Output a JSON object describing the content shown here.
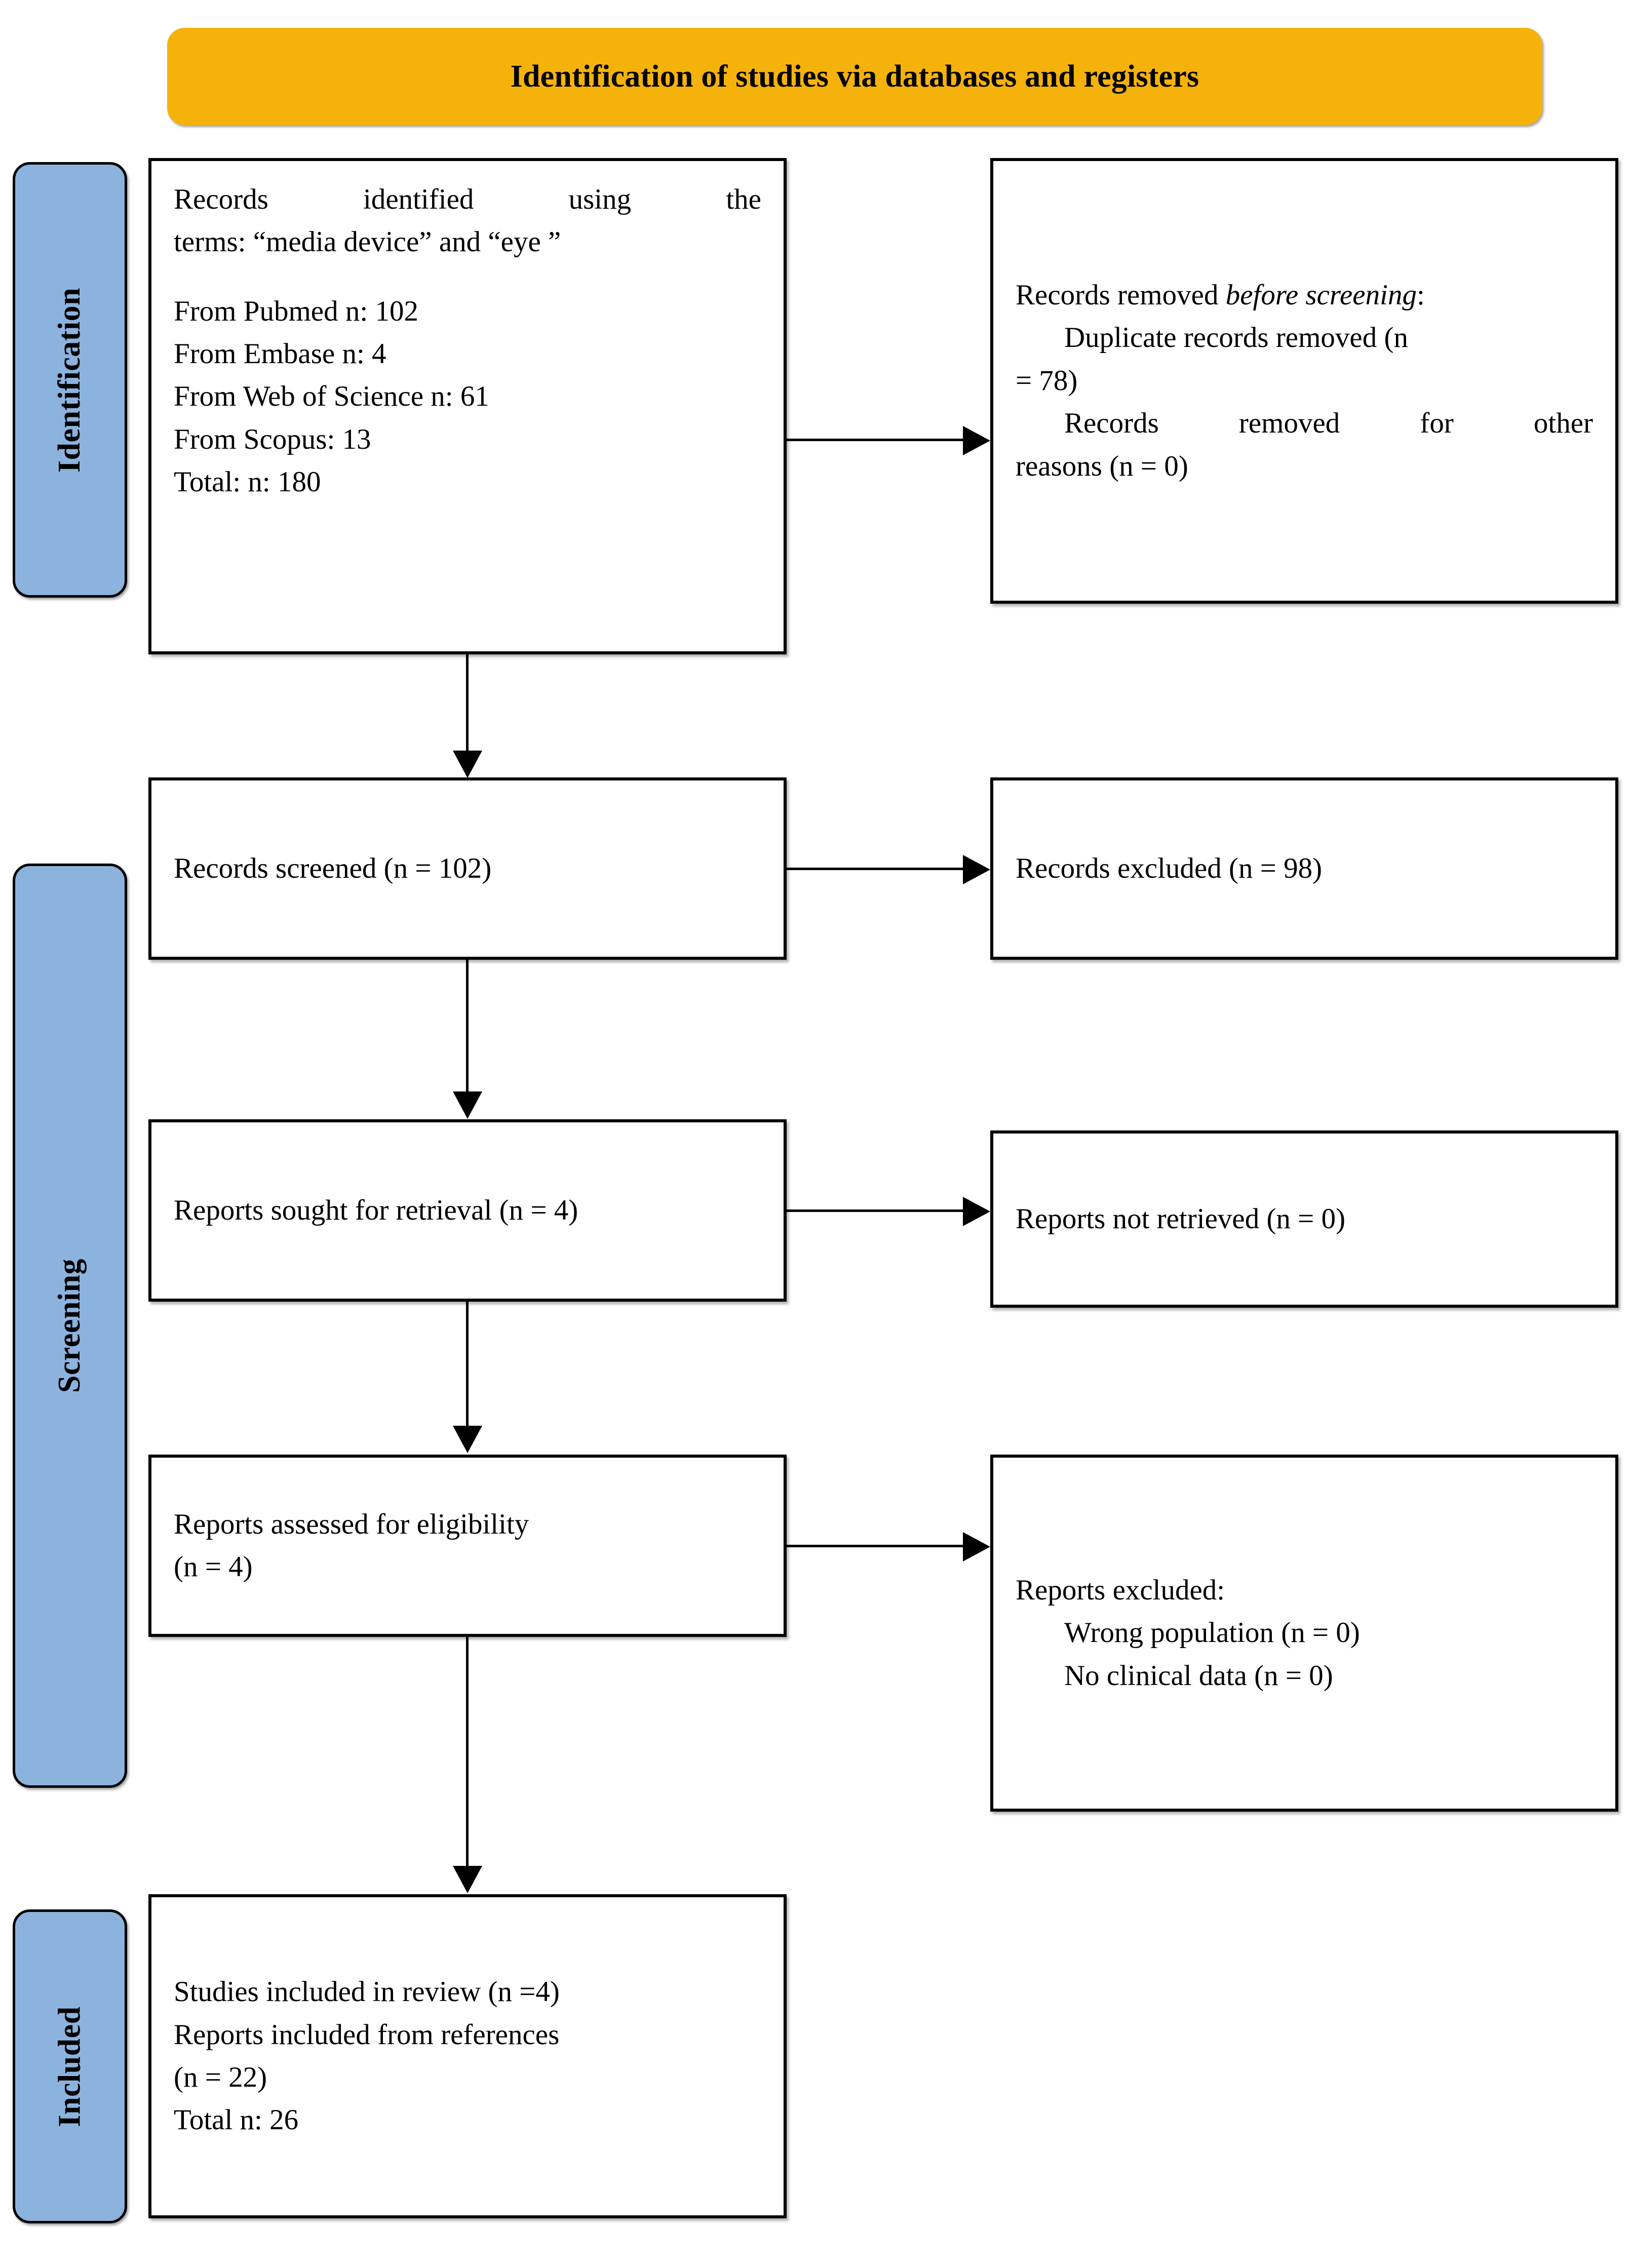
{
  "header": {
    "title": "Identification of studies via databases and registers",
    "background_color": "#F5B20A"
  },
  "stages": {
    "accent_color": "#8CB3DE",
    "identification": "Identification",
    "screening": "Screening",
    "included": "Included"
  },
  "boxes": {
    "records_identified": {
      "line1": "Records identified using the",
      "line2": "terms: “media device” and “eye ”",
      "sources": [
        "From Pubmed n: 102",
        "From Embase n: 4",
        "From Web of Science n: 61",
        "From Scopus: 13",
        "Total: n: 180"
      ]
    },
    "records_removed": {
      "heading_plain": "Records removed ",
      "heading_italic": "before screening",
      "heading_colon": ":",
      "item1": "Duplicate records removed (n",
      "item1_cont": "= 78)",
      "item2": "Records removed for other",
      "item2_cont": "reasons (n = 0)"
    },
    "records_screened": "Records screened (n = 102)",
    "records_excluded": "Records excluded  (n = 98)",
    "reports_sought": "Reports sought for retrieval (n = 4)",
    "reports_not_retrieved": "Reports not retrieved (n = 0)",
    "reports_assessed": {
      "line1": "Reports assessed for eligibility",
      "line2": "(n = 4)"
    },
    "reports_excluded": {
      "heading": "Reports excluded:",
      "item1": "Wrong population  (n = 0)",
      "item2": "No clinical  data (n = 0)"
    },
    "studies_included": {
      "line1": "Studies included in review (n =4)",
      "line2": "Reports included from references",
      "line3": "(n = 22)",
      "line4": "Total n: 26"
    }
  },
  "chart_data": {
    "type": "diagram",
    "title": "PRISMA flow diagram",
    "nodes": [
      {
        "id": "identified",
        "stage": "Identification",
        "label": "Records identified using the terms: “media device” and “eye ”",
        "counts": {
          "Pubmed": 102,
          "Embase": 4,
          "Web of Science": 61,
          "Scopus": 13,
          "Total": 180
        }
      },
      {
        "id": "removed_before_screening",
        "stage": "Identification",
        "label": "Records removed before screening",
        "counts": {
          "Duplicate records removed": 78,
          "Records removed for other reasons": 0
        }
      },
      {
        "id": "screened",
        "stage": "Screening",
        "label": "Records screened",
        "n": 102
      },
      {
        "id": "excluded",
        "stage": "Screening",
        "label": "Records excluded",
        "n": 98
      },
      {
        "id": "sought",
        "stage": "Screening",
        "label": "Reports sought for retrieval",
        "n": 4
      },
      {
        "id": "not_retrieved",
        "stage": "Screening",
        "label": "Reports not retrieved",
        "n": 0
      },
      {
        "id": "assessed",
        "stage": "Screening",
        "label": "Reports assessed for eligibility",
        "n": 4
      },
      {
        "id": "reports_excluded",
        "stage": "Screening",
        "label": "Reports excluded",
        "counts": {
          "Wrong population": 0,
          "No clinical data": 0
        }
      },
      {
        "id": "included",
        "stage": "Included",
        "label": "Studies included in review",
        "counts": {
          "Studies included in review": 4,
          "Reports included from references": 22,
          "Total": 26
        }
      }
    ],
    "edges": [
      {
        "from": "identified",
        "to": "removed_before_screening",
        "direction": "right"
      },
      {
        "from": "identified",
        "to": "screened",
        "direction": "down"
      },
      {
        "from": "screened",
        "to": "excluded",
        "direction": "right"
      },
      {
        "from": "screened",
        "to": "sought",
        "direction": "down"
      },
      {
        "from": "sought",
        "to": "not_retrieved",
        "direction": "right"
      },
      {
        "from": "sought",
        "to": "assessed",
        "direction": "down"
      },
      {
        "from": "assessed",
        "to": "reports_excluded",
        "direction": "right"
      },
      {
        "from": "assessed",
        "to": "included",
        "direction": "down"
      }
    ]
  }
}
